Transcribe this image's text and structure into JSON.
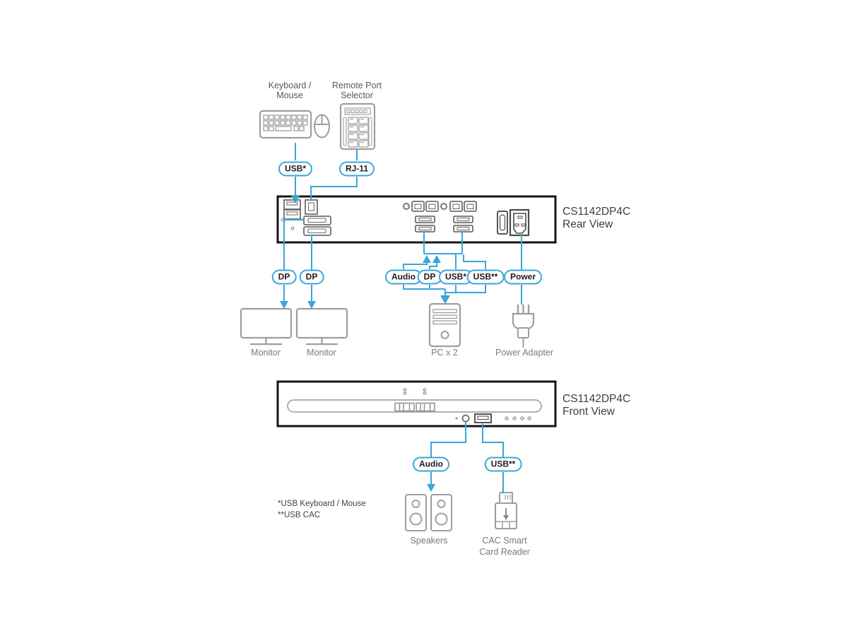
{
  "colors": {
    "accent_blue": "#3AA6D8",
    "panel_outline": "#141414",
    "icon_gray": "#9E9E9E"
  },
  "top": {
    "keyboard_mouse_label": [
      "Keyboard /",
      "Mouse"
    ],
    "remote_selector_label": [
      "Remote Port",
      "Selector"
    ]
  },
  "rear": {
    "model": "CS1142DP4C",
    "view": "Rear View"
  },
  "front": {
    "model": "CS1142DP4C",
    "view": "Front View"
  },
  "badges": {
    "usb_keyboard": "USB*",
    "rj11": "RJ-11",
    "dp_left": "DP",
    "dp_right": "DP",
    "audio_rear": "Audio",
    "dp_pc": "DP",
    "usb_star": "USB*",
    "usb_double_star": "USB**",
    "power": "Power",
    "audio_front": "Audio",
    "usb_double_star_front": "USB**"
  },
  "devices": {
    "monitor_left": "Monitor",
    "monitor_right": "Monitor",
    "pc": "PC x 2",
    "power_adapter": "Power Adapter",
    "speakers": "Speakers",
    "cac_reader": [
      "CAC Smart",
      "Card Reader"
    ]
  },
  "footnotes": [
    "*USB Keyboard / Mouse",
    "**USB CAC"
  ]
}
